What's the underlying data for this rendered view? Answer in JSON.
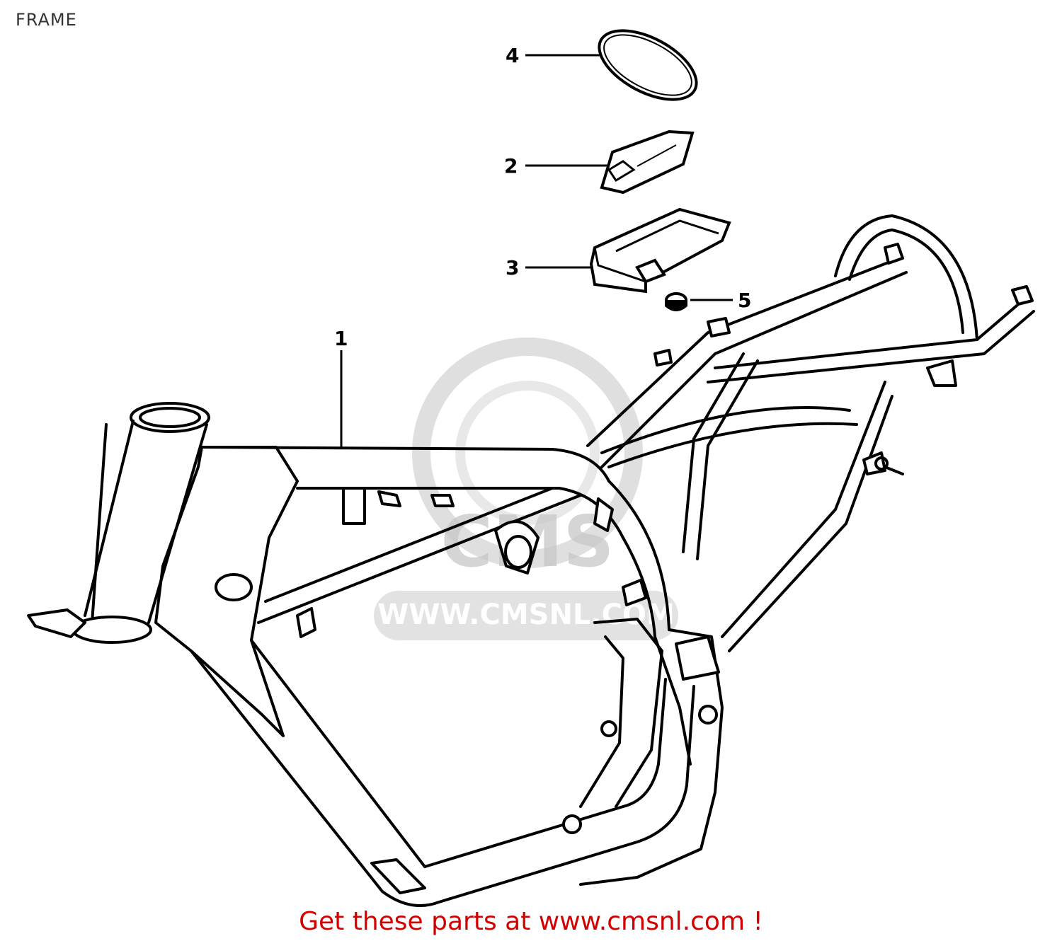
{
  "title": "FRAME",
  "callouts": [
    {
      "label": "1",
      "part": "frame"
    },
    {
      "label": "2",
      "part": "plate"
    },
    {
      "label": "3",
      "part": "tool-tray"
    },
    {
      "label": "4",
      "part": "band"
    },
    {
      "label": "5",
      "part": "cushion"
    }
  ],
  "watermark": {
    "brand": "CMS",
    "url": "WWW.CMSNL.COM"
  },
  "footer": {
    "text": "Get these parts at www.cmsnl.com !"
  },
  "colors": {
    "line": "#000000",
    "footer": "#d40000",
    "watermark": "#c7c7c7"
  }
}
